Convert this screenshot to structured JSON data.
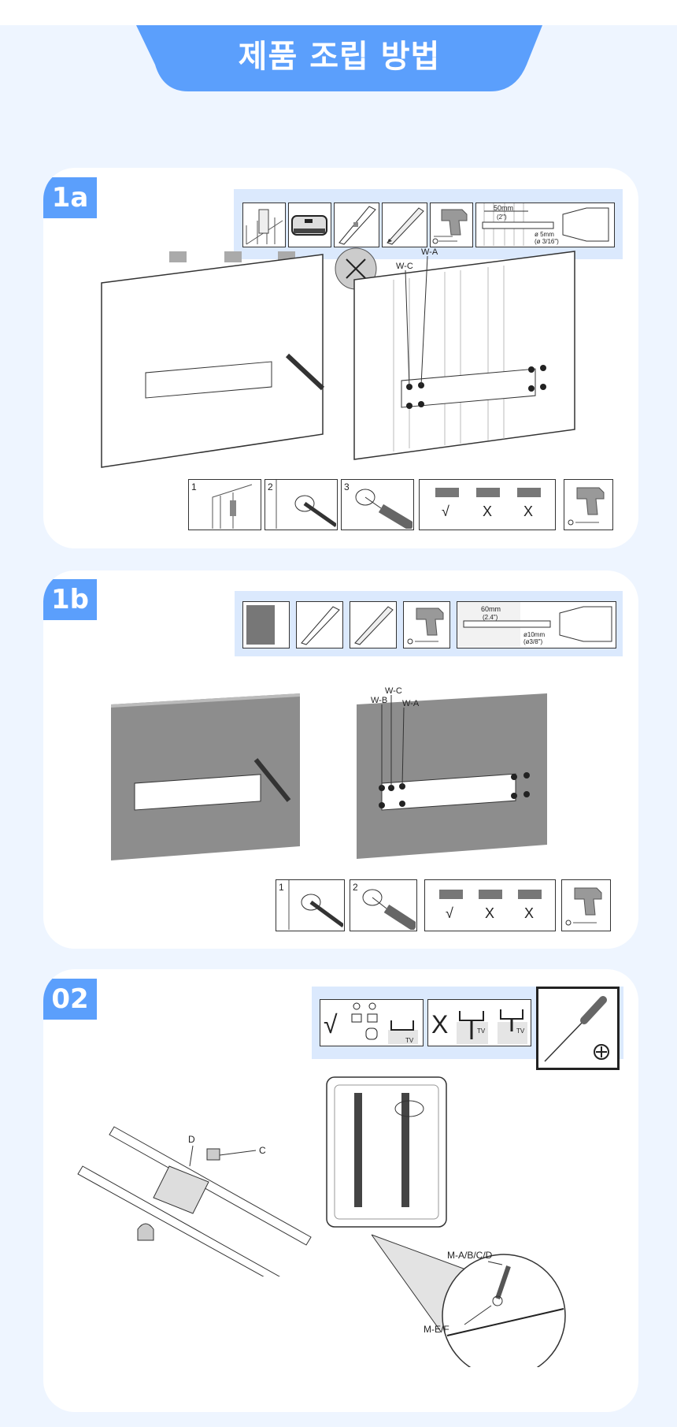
{
  "header": {
    "title": "제품 조립 방법"
  },
  "colors": {
    "accent": "#5b9ffc",
    "background": "#eef5ff",
    "toolbar": "#dbe9fd"
  },
  "step_1a": {
    "badge": "1a",
    "drill_spec": {
      "depth": "50mm",
      "depth_in": "(2\")",
      "diameter": "ø 5mm",
      "diameter_in": "(ø 3/16\")"
    },
    "labels": {
      "wa": "W-A",
      "wc": "W-C"
    },
    "substeps": [
      "1",
      "2",
      "3"
    ],
    "level_marks": [
      "√",
      "X",
      "X"
    ]
  },
  "step_1b": {
    "badge": "1b",
    "drill_spec": {
      "depth": "60mm",
      "depth_in": "(2.4\")",
      "diameter": "ø10mm",
      "diameter_in": "(ø3/8\")"
    },
    "labels": {
      "wc": "W-C",
      "wb": "W-B",
      "wa": "W-A"
    },
    "substeps": [
      "1",
      "2"
    ],
    "level_marks": [
      "√",
      "X",
      "X"
    ]
  },
  "step_02": {
    "badge": "02",
    "ok_mark": "√",
    "bad_mark": "X",
    "tv_label": "TV",
    "labels": {
      "d": "D",
      "c": "C",
      "screws": "M-A/B/C/D",
      "washers": "M-E/F"
    }
  }
}
